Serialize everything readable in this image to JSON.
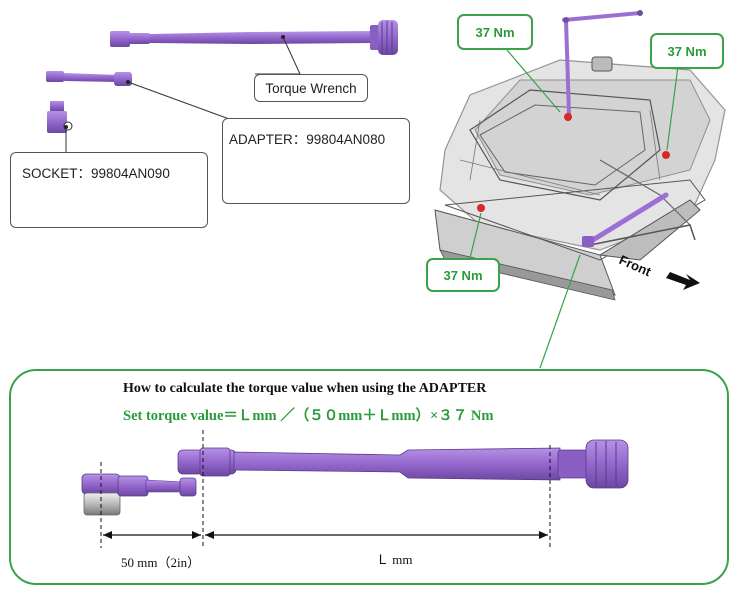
{
  "labels": {
    "torque_wrench": "Torque Wrench",
    "adapter": "ADAPTER：99804AN080",
    "socket": "SOCKET：99804AN090",
    "front": "Front"
  },
  "torque_callouts": [
    "37 Nm",
    "37 Nm",
    "37 Nm"
  ],
  "calculation": {
    "title": "How to calculate the torque value when using the ADAPTER",
    "formula": "Set torque value＝Ｌmm ／（５０mm＋Ｌmm）×３７ Nm",
    "dimension_adapter": "50 mm（2in）",
    "dimension_wrench": "Ｌ mm"
  },
  "colors": {
    "tool_purple": "#9b6fd4",
    "tool_dark": "#6b4fa0",
    "callout_green": "#3aa24a",
    "bolt_red": "#d42a2a"
  }
}
